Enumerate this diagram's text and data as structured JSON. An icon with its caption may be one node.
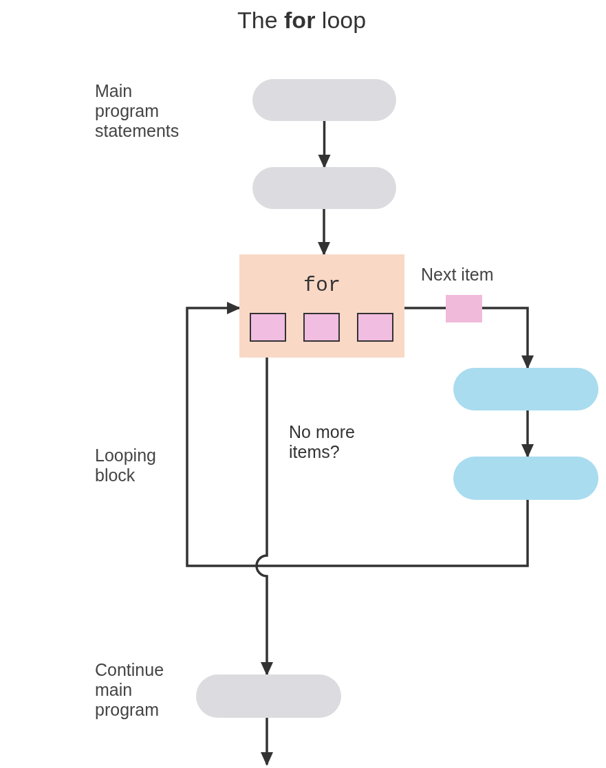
{
  "diagram": {
    "title": "The **for** loop",
    "nodes": [
      {
        "text": [],
        "shape": "pill"
      },
      {
        "text": [],
        "shape": "pill"
      },
      {
        "text": [
          "for"
        ]
      },
      {
        "text": [],
        "shape": "box",
        "in": 2
      },
      {
        "text": [],
        "shape": "box",
        "in": 2
      },
      {
        "text": [],
        "shape": "box",
        "in": 2
      },
      {
        "text": [],
        "shape": "box",
        "beside": [
          "Next item"
        ]
      },
      {
        "text": [],
        "shape": "pill"
      },
      {
        "text": [],
        "shape": "pill"
      },
      {
        "text": [],
        "shape": "pill"
      }
    ],
    "edges": [
      {
        "from": 0,
        "to": 1,
        "arrow": "to"
      },
      {
        "from": 1,
        "to": 2,
        "arrow": "to"
      },
      {
        "from": 2,
        "to": 6,
        "arrow": "none"
      },
      {
        "from": 6,
        "to": 7,
        "arrow": "to"
      },
      {
        "from": 7,
        "to": 8,
        "arrow": "to"
      },
      {
        "from": 8,
        "to": 2,
        "arrow": "to"
      },
      {
        "from": 2,
        "to": 9,
        "arrow": "to",
        "label": "No more items?"
      },
      {
        "from": 9,
        "to": null,
        "arrow": "to"
      }
    ],
    "labels": [
      "Main program statements",
      "Looping block",
      "Continue main program"
    ]
  }
}
